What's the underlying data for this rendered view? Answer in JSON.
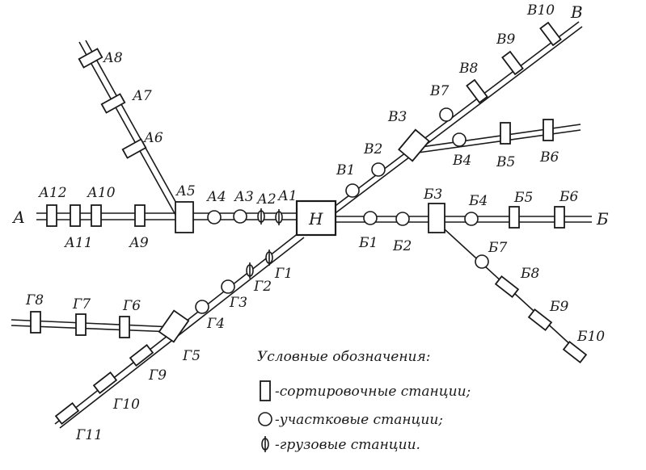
{
  "hub": {
    "label": "Н"
  },
  "line_ends": {
    "A": "А",
    "B": "Б",
    "V": "В"
  },
  "stations": {
    "A1": "А1",
    "A2": "А2",
    "A3": "А3",
    "A4": "А4",
    "A5": "А5",
    "A6": "А6",
    "A7": "А7",
    "A8": "А8",
    "A9": "А9",
    "A10": "А10",
    "A11": "А11",
    "A12": "А12",
    "B1": "Б1",
    "B2": "Б2",
    "B3": "Б3",
    "B4": "Б4",
    "B5": "Б5",
    "B6": "Б6",
    "B7": "Б7",
    "B8": "Б8",
    "B9": "Б9",
    "B10": "Б10",
    "V1": "В1",
    "V2": "В2",
    "V3": "В3",
    "V4": "В4",
    "V5": "В5",
    "V6": "В6",
    "V7": "В7",
    "V8": "В8",
    "V9": "В9",
    "V10": "В10",
    "G1": "Г1",
    "G2": "Г2",
    "G3": "Г3",
    "G4": "Г4",
    "G5": "Г5",
    "G6": "Г6",
    "G7": "Г7",
    "G8": "Г8",
    "G9": "Г9",
    "G10": "Г10",
    "G11": "Г11"
  },
  "legend": {
    "title": "Условные обозначения:",
    "sorting": "-сортировочные станции;",
    "section": "-участковые станции;",
    "freight": "-грузовые станции."
  }
}
